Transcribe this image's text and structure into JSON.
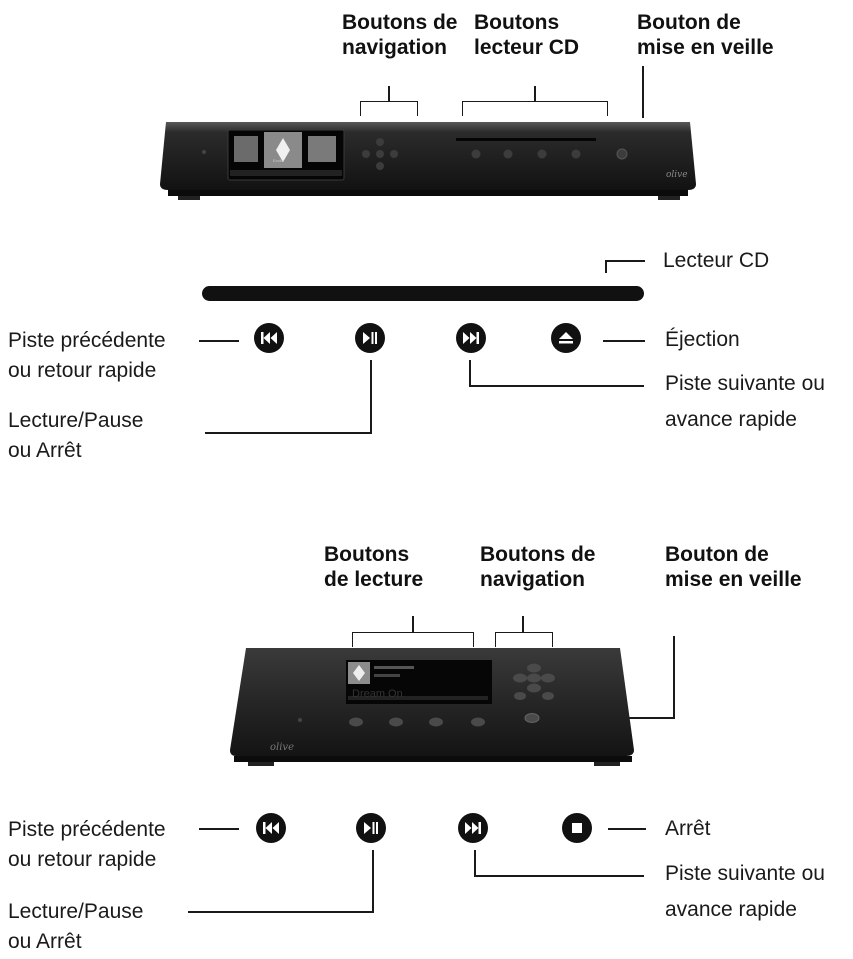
{
  "top_section": {
    "headings": {
      "navigation_buttons": [
        "Boutons de",
        "navigation"
      ],
      "cd_buttons": [
        "Boutons",
        "lecteur CD"
      ],
      "standby_button": [
        "Bouton de",
        "mise en veille"
      ]
    },
    "device": {
      "brand": "olive",
      "screen_caption": "Excite"
    },
    "labels": {
      "cd_drive": "Lecteur CD",
      "previous": [
        "Piste précédente",
        "ou retour rapide"
      ],
      "play_pause": [
        "Lecture/Pause",
        "ou Arrêt"
      ],
      "next": [
        "Piste suivante ou",
        "avance rapide"
      ],
      "eject": "Éjection"
    },
    "buttons": [
      "rewind-icon",
      "play-pause-icon",
      "fast-forward-icon",
      "eject-icon"
    ]
  },
  "bottom_section": {
    "headings": {
      "play_buttons": [
        "Boutons",
        "de lecture"
      ],
      "navigation_buttons": [
        "Boutons de",
        "navigation"
      ],
      "standby_button": [
        "Bouton de",
        "mise en veille"
      ]
    },
    "device": {
      "brand": "olive",
      "screen_caption": "Dream On"
    },
    "labels": {
      "previous": [
        "Piste précédente",
        "ou retour rapide"
      ],
      "play_pause": [
        "Lecture/Pause",
        "ou Arrêt"
      ],
      "next": [
        "Piste suivante ou",
        "avance rapide"
      ],
      "stop": "Arrêt"
    },
    "buttons": [
      "rewind-icon",
      "play-pause-icon",
      "fast-forward-icon",
      "stop-icon"
    ]
  }
}
